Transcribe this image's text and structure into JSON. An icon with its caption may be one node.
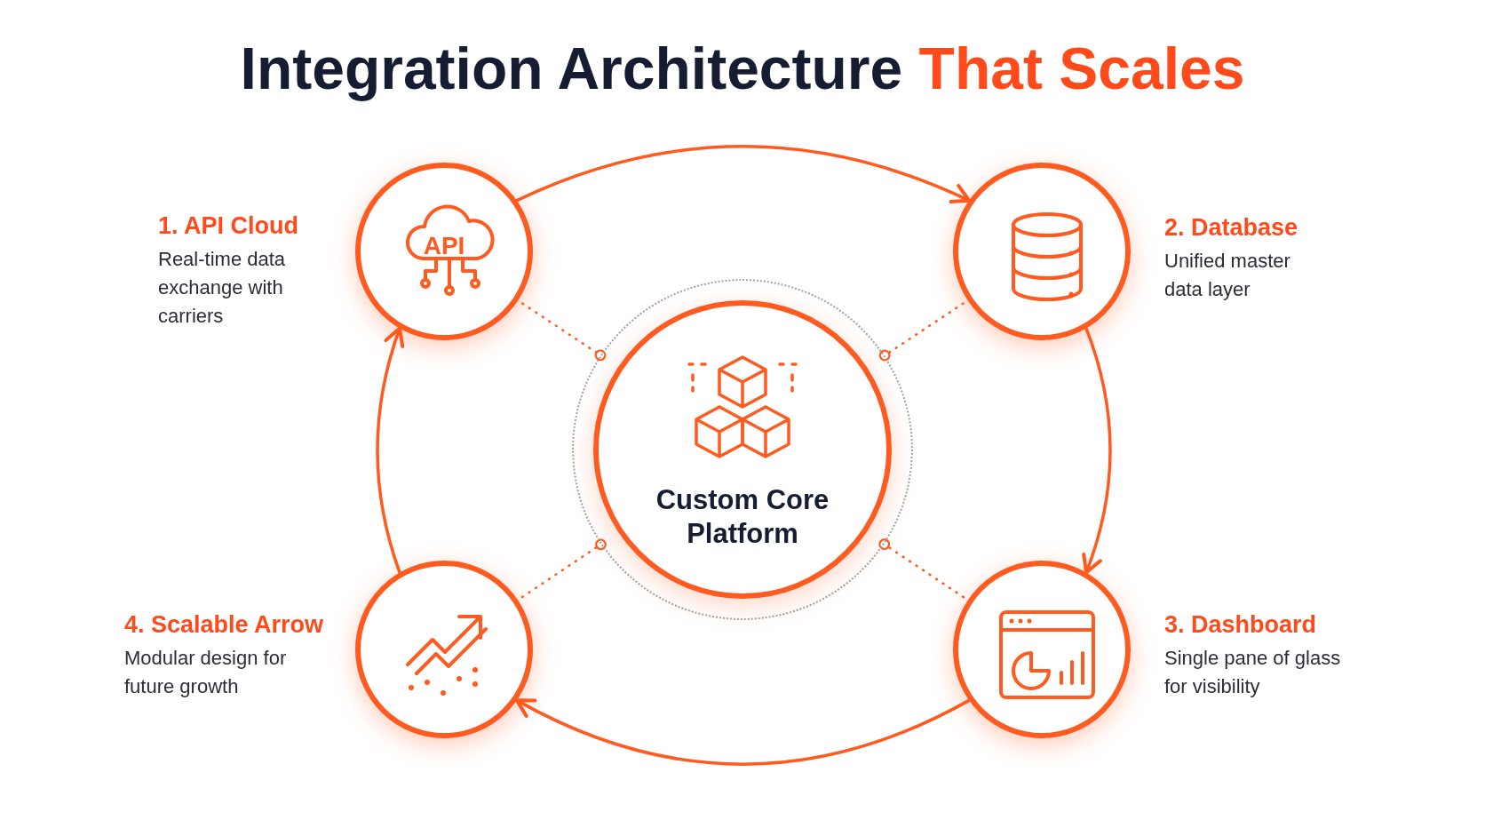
{
  "diagram": {
    "title": "Integration Architecture *That Scales*",
    "nodes": [
      {
        "text": [
          "API"
        ],
        "beside": [
          "1. API Cloud",
          "Real-time data exchange with carriers"
        ]
      },
      {
        "text": [],
        "shape": "circle",
        "beside": [
          "2. Database",
          "Unified master data layer"
        ]
      },
      {
        "text": [],
        "shape": "circle",
        "beside": [
          "3. Dashboard",
          "Single pane of glass for visibility"
        ]
      },
      {
        "text": [],
        "shape": "circle",
        "beside": [
          "4. Scalable Arrow",
          "Modular design for future growth"
        ]
      },
      {
        "text": [
          "Custom Core Platform"
        ]
      }
    ],
    "edges": [
      {
        "from": 0,
        "to": 1,
        "arrow": "to"
      },
      {
        "from": 1,
        "to": 2,
        "arrow": "to"
      },
      {
        "from": 2,
        "to": 3,
        "arrow": "to"
      },
      {
        "from": 3,
        "to": 0,
        "arrow": "to"
      },
      {
        "from": 0,
        "to": 4,
        "arrow": "other",
        "style": "dashed"
      },
      {
        "from": 1,
        "to": 4,
        "arrow": "other",
        "style": "dashed"
      },
      {
        "from": 2,
        "to": 4,
        "arrow": "other",
        "style": "dashed"
      },
      {
        "from": 3,
        "to": 4,
        "arrow": "other",
        "style": "dashed"
      }
    ]
  }
}
